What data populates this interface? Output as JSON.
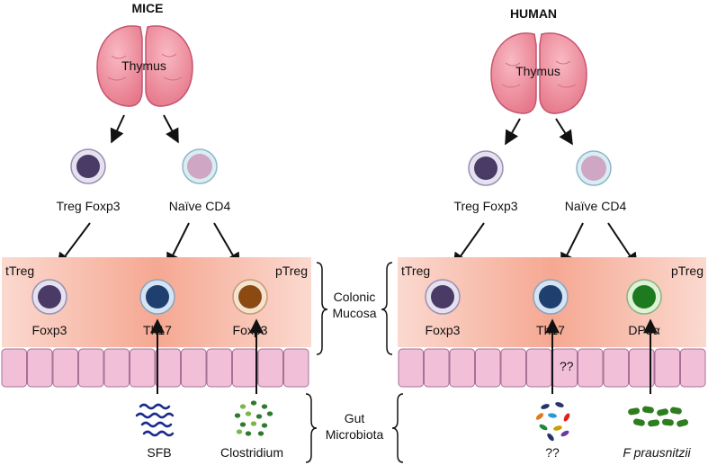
{
  "mice": {
    "title": "MICE",
    "thymus_label": "Thymus",
    "treg_label": "Treg Foxp3",
    "naive_label": "Naïve CD4",
    "ttreg_label": "tTreg",
    "ptreg_label": "pTreg",
    "cell1_label": "Foxp3",
    "cell2_label": "Th17",
    "cell3_label": "Foxp3",
    "microbe1_label": "SFB",
    "microbe2_label": "Clostridium"
  },
  "human": {
    "title": "HUMAN",
    "thymus_label": "Thymus",
    "treg_label": "Treg Foxp3",
    "naive_label": "Naïve CD4",
    "ttreg_label": "tTreg",
    "ptreg_label": "pTreg",
    "cell1_label": "Foxp3",
    "cell2_label": "Th17",
    "cell3_label": "DP8α",
    "unknown_mark": "??",
    "microbe1_label": "??",
    "microbe2_label": "F prausnitzii"
  },
  "center": {
    "mucosa_line1": "Colonic",
    "mucosa_line2": "Mucosa",
    "microbiota_line1": "Gut",
    "microbiota_line2": "Microbiota"
  },
  "colors": {
    "treg_cell": "#4a3a66",
    "naive_cell": "#cfa6c4",
    "th17_cell": "#1f3f6e",
    "foxp3_orange_cell": "#8b4a12",
    "dp8_cell": "#1e7a1e",
    "mucosa_band": "#f6b8a8",
    "epithelium": "#f1bfd8"
  }
}
